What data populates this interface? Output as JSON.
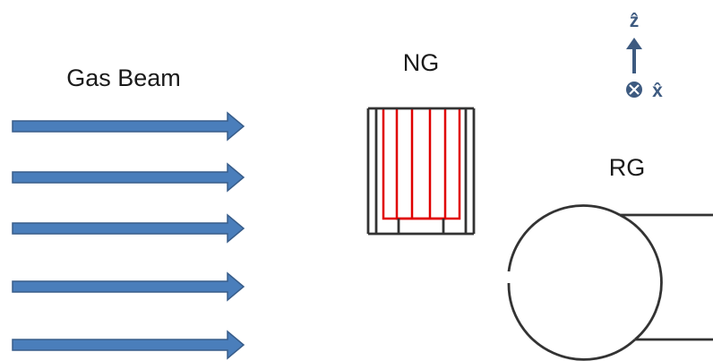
{
  "labels": {
    "gas_beam": "Gas Beam",
    "ng": "NG",
    "rg": "RG",
    "axis_z": "ẑ",
    "axis_x": "x̂"
  },
  "colors": {
    "arrow_fill": "#4a7ebb",
    "arrow_stroke": "#385d8a",
    "ng_outer": "#333333",
    "ng_inner": "#e00000",
    "rg": "#333333",
    "axis": "#3d5a80"
  },
  "icons": {
    "beam_arrow": "right-arrow-icon",
    "axis_z": "up-arrow-icon",
    "axis_x": "into-page-circle-x-icon"
  },
  "beam_arrow_count": 5
}
